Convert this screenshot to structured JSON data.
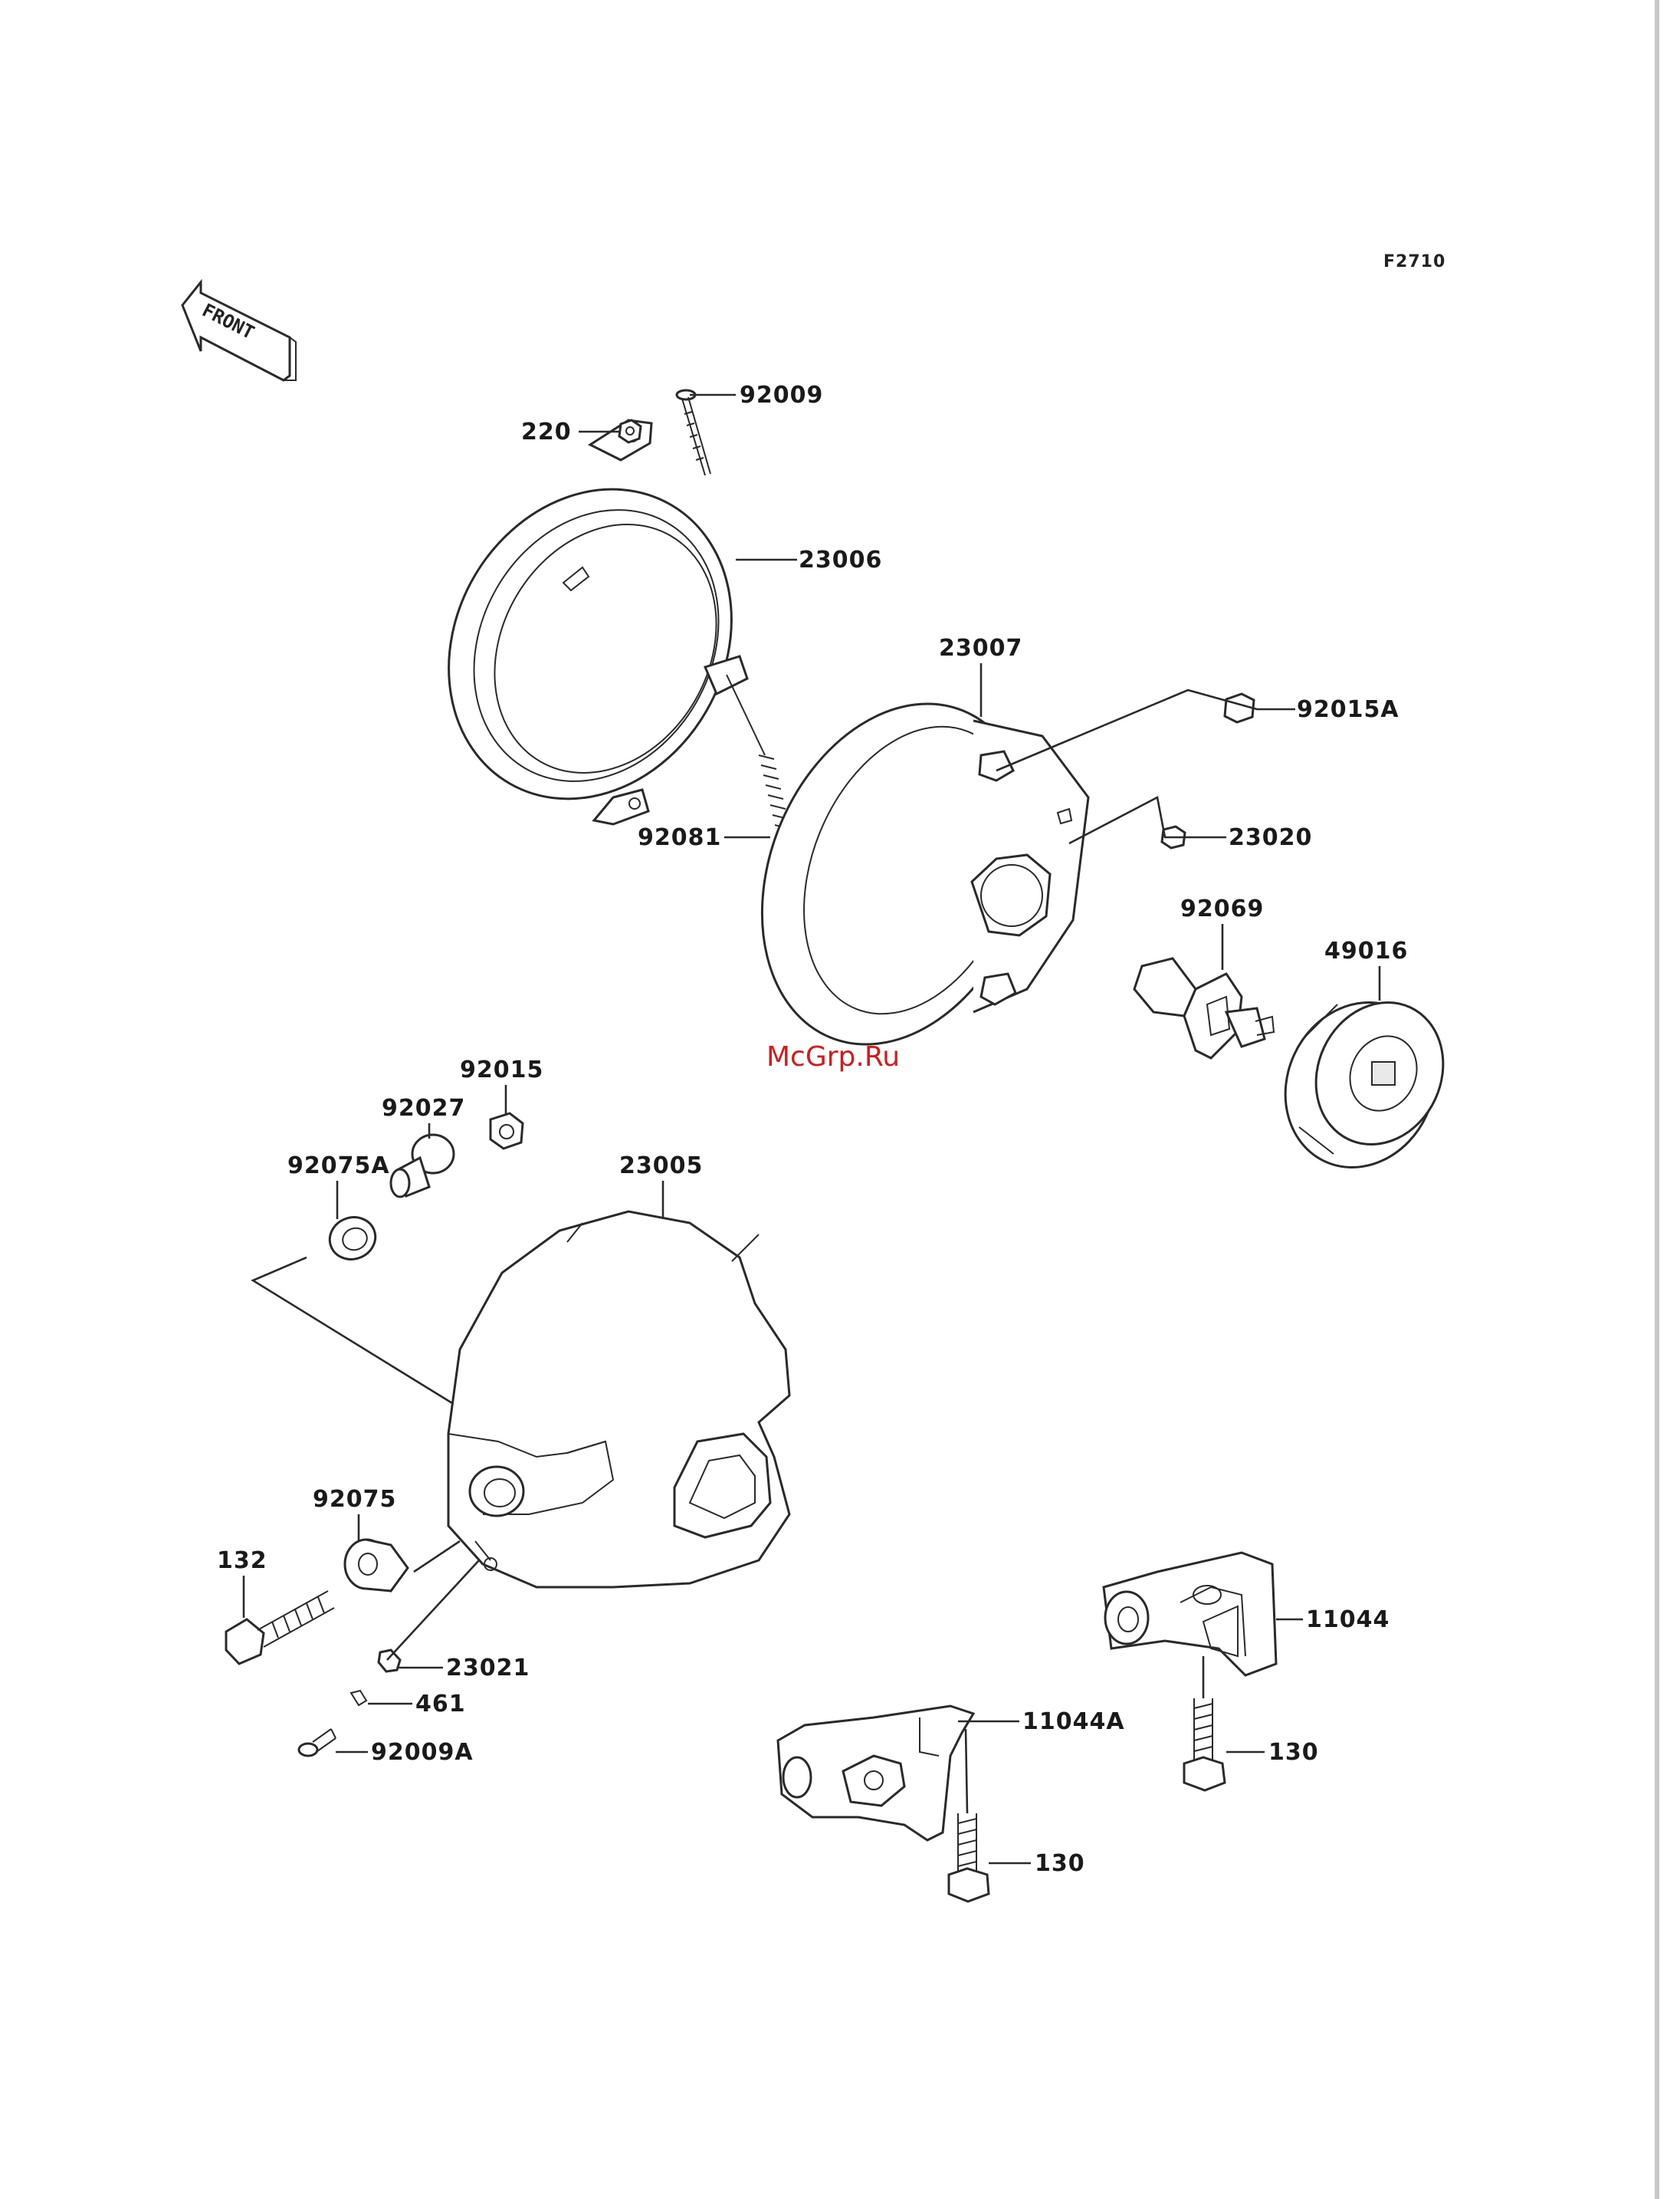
{
  "figure_code": "F2710",
  "direction_marker": "FRONT",
  "watermark": "McGrp.Ru",
  "part_labels": {
    "p220": "220",
    "p92009": "92009",
    "p23006": "23006",
    "p92081": "92081",
    "p23007": "23007",
    "p92015A": "92015A",
    "p23020": "23020",
    "p92069": "92069",
    "p49016": "49016",
    "p92015": "92015",
    "p92027": "92027",
    "p92075A": "92075A",
    "p23005": "23005",
    "p92075": "92075",
    "p132": "132",
    "p23021": "23021",
    "p461": "461",
    "p92009A": "92009A",
    "p11044": "11044",
    "p11044A": "11044A",
    "p130a": "130",
    "p130b": "130"
  },
  "colors": {
    "line": "#2a2a2a",
    "watermark": "#d41b1b",
    "page_border": "#c8c8c8"
  }
}
